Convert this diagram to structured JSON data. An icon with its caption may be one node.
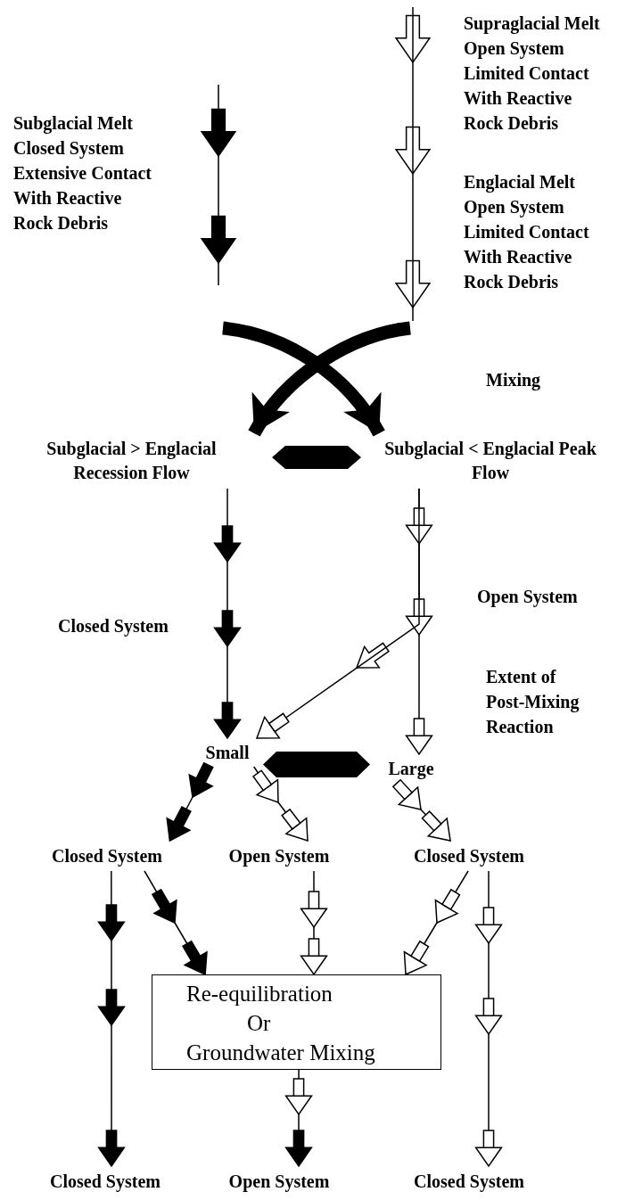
{
  "diagram": {
    "nodes": [
      {
        "text": [
          "Subglacial > Englacial Recession Flow"
        ]
      },
      {
        "text": [],
        "shape": "hexagon"
      },
      {
        "text": [
          "Subglacial < Englacial Peak Flow"
        ]
      },
      {
        "text": [
          "Small"
        ]
      },
      {
        "text": [],
        "shape": "hexagon"
      },
      {
        "text": [
          "Large"
        ]
      },
      {
        "text": [
          "Closed System"
        ]
      },
      {
        "text": [
          "Open System"
        ]
      },
      {
        "text": [
          "Closed System"
        ]
      },
      {
        "text": [
          "Re-equilibration",
          "Or",
          "Groundwater Mixing"
        ]
      },
      {
        "text": [
          "Closed System"
        ]
      },
      {
        "text": [
          "Open System"
        ]
      },
      {
        "text": [
          "Closed System"
        ]
      }
    ],
    "edges": [
      {
        "from": null,
        "to": 2,
        "arrow": "to"
      },
      {
        "from": null,
        "to": 0,
        "arrow": "to"
      },
      {
        "from": 0,
        "to": 3,
        "arrow": "to"
      },
      {
        "from": 2,
        "to": 5,
        "arrow": "to"
      },
      {
        "from": 2,
        "to": 3,
        "arrow": "to"
      },
      {
        "from": 3,
        "to": 6,
        "arrow": "to"
      },
      {
        "from": 3,
        "to": 7,
        "arrow": "to"
      },
      {
        "from": 5,
        "to": 8,
        "arrow": "to"
      },
      {
        "from": 6,
        "to": 10,
        "arrow": "to"
      },
      {
        "from": 6,
        "to": 9,
        "arrow": "to"
      },
      {
        "from": 7,
        "to": 9,
        "arrow": "to"
      },
      {
        "from": 8,
        "to": 9,
        "arrow": "to"
      },
      {
        "from": 8,
        "to": 12,
        "arrow": "to"
      },
      {
        "from": 9,
        "to": 11,
        "arrow": "to"
      }
    ],
    "labels": [
      "Supraglacial Melt",
      "Open System",
      "Limited Contact With Reactive Rock Debris",
      "Subglacial Melt",
      "Closed System",
      "Extensive Contact With Reactive Rock Debris",
      "Englacial Melt",
      "Open System",
      "Limited Contact With Reactive Rock Debris",
      "Mixing",
      "Closed System",
      "Open System",
      "Extent of Post-Mixing Reaction"
    ]
  }
}
